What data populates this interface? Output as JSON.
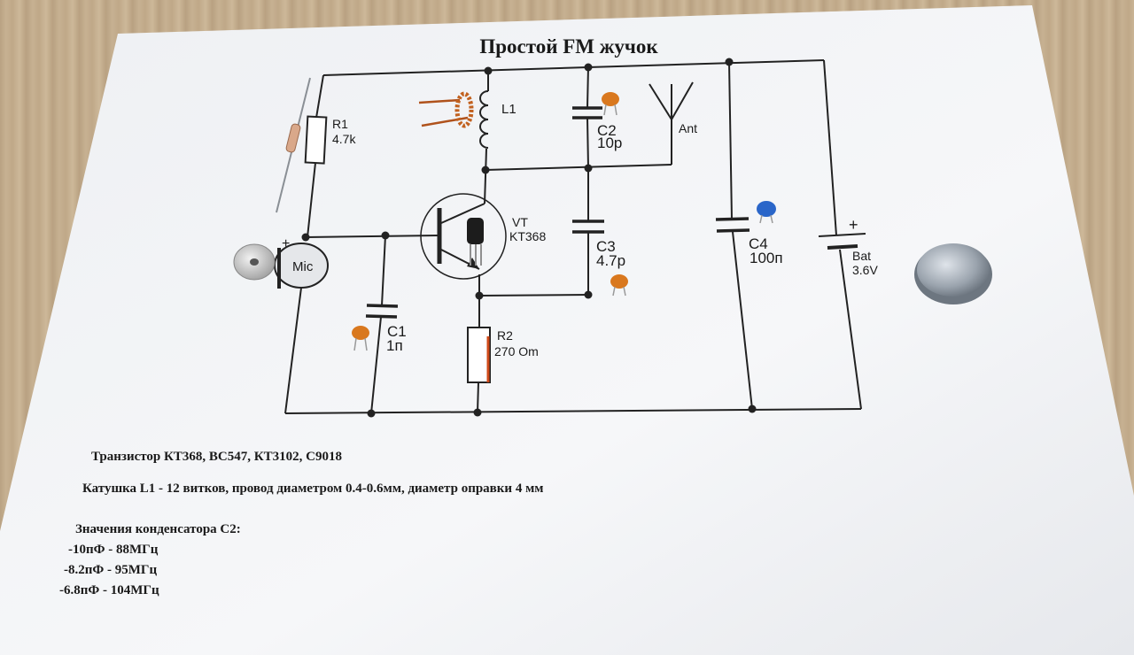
{
  "schematic": {
    "title": "Простой FM жучок",
    "r1": {
      "ref": "R1",
      "value": "4.7k"
    },
    "l1": {
      "ref": "L1"
    },
    "c2": {
      "ref": "C2",
      "value": "10p"
    },
    "antenna": {
      "label": "Ant"
    },
    "vt": {
      "ref": "VT",
      "value": "KT368"
    },
    "c3": {
      "ref": "C3",
      "value": "4.7p"
    },
    "c4": {
      "ref": "C4",
      "value": "100п"
    },
    "battery": {
      "ref": "Bat",
      "value": "3.6V",
      "plus": "+"
    },
    "mic": {
      "label": "Mic",
      "plus": "+"
    },
    "c1": {
      "ref": "C1",
      "value": "1п"
    },
    "r2": {
      "ref": "R2",
      "value": "270 Om"
    }
  },
  "notes": {
    "transistor": "Транзистор КТ368, ВС547, КТ3102, С9018",
    "coil": "Катушка L1 - 12 витков, провод диаметром 0.4-0.6мм, диаметр оправки 4 мм",
    "c2_heading": "Значения конденсатора С2:",
    "c2_values": [
      "-10пФ - 88МГц",
      "-8.2пФ - 95МГц",
      "-6.8пФ - 104МГц"
    ]
  }
}
